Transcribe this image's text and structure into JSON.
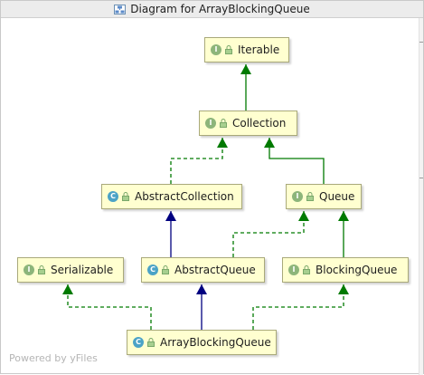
{
  "window": {
    "title": "Diagram for ArrayBlockingQueue"
  },
  "watermark": "Powered by yFiles",
  "colors": {
    "node_fill": "#ffffd0",
    "extends_edge": "#000080",
    "implements_edge": "#007a00",
    "interface_badge": "#8db57a",
    "class_badge": "#4ba3c6"
  },
  "nodes": [
    {
      "id": "iterable",
      "label": "Iterable",
      "kind": "interface",
      "badge": "I"
    },
    {
      "id": "collection",
      "label": "Collection",
      "kind": "interface",
      "badge": "I"
    },
    {
      "id": "abstractcollection",
      "label": "AbstractCollection",
      "kind": "class",
      "badge": "C"
    },
    {
      "id": "queue",
      "label": "Queue",
      "kind": "interface",
      "badge": "I"
    },
    {
      "id": "serializable",
      "label": "Serializable",
      "kind": "interface",
      "badge": "I"
    },
    {
      "id": "abstractqueue",
      "label": "AbstractQueue",
      "kind": "class",
      "badge": "C"
    },
    {
      "id": "blockingqueue",
      "label": "BlockingQueue",
      "kind": "interface",
      "badge": "I"
    },
    {
      "id": "arrayblockingqueue",
      "label": "ArrayBlockingQueue",
      "kind": "class",
      "badge": "C"
    }
  ],
  "edges": [
    {
      "from": "collection",
      "to": "iterable",
      "relation": "interface-extends",
      "style": "solid",
      "color": "#007a00"
    },
    {
      "from": "abstractcollection",
      "to": "collection",
      "relation": "implements",
      "style": "dashed",
      "color": "#007a00"
    },
    {
      "from": "queue",
      "to": "collection",
      "relation": "interface-extends",
      "style": "solid",
      "color": "#007a00"
    },
    {
      "from": "abstractqueue",
      "to": "abstractcollection",
      "relation": "extends",
      "style": "solid",
      "color": "#000080"
    },
    {
      "from": "abstractqueue",
      "to": "queue",
      "relation": "implements",
      "style": "dashed",
      "color": "#007a00"
    },
    {
      "from": "blockingqueue",
      "to": "queue",
      "relation": "interface-extends",
      "style": "solid",
      "color": "#007a00"
    },
    {
      "from": "arrayblockingqueue",
      "to": "serializable",
      "relation": "implements",
      "style": "dashed",
      "color": "#007a00"
    },
    {
      "from": "arrayblockingqueue",
      "to": "abstractqueue",
      "relation": "extends",
      "style": "solid",
      "color": "#000080"
    },
    {
      "from": "arrayblockingqueue",
      "to": "blockingqueue",
      "relation": "implements",
      "style": "dashed",
      "color": "#007a00"
    }
  ]
}
